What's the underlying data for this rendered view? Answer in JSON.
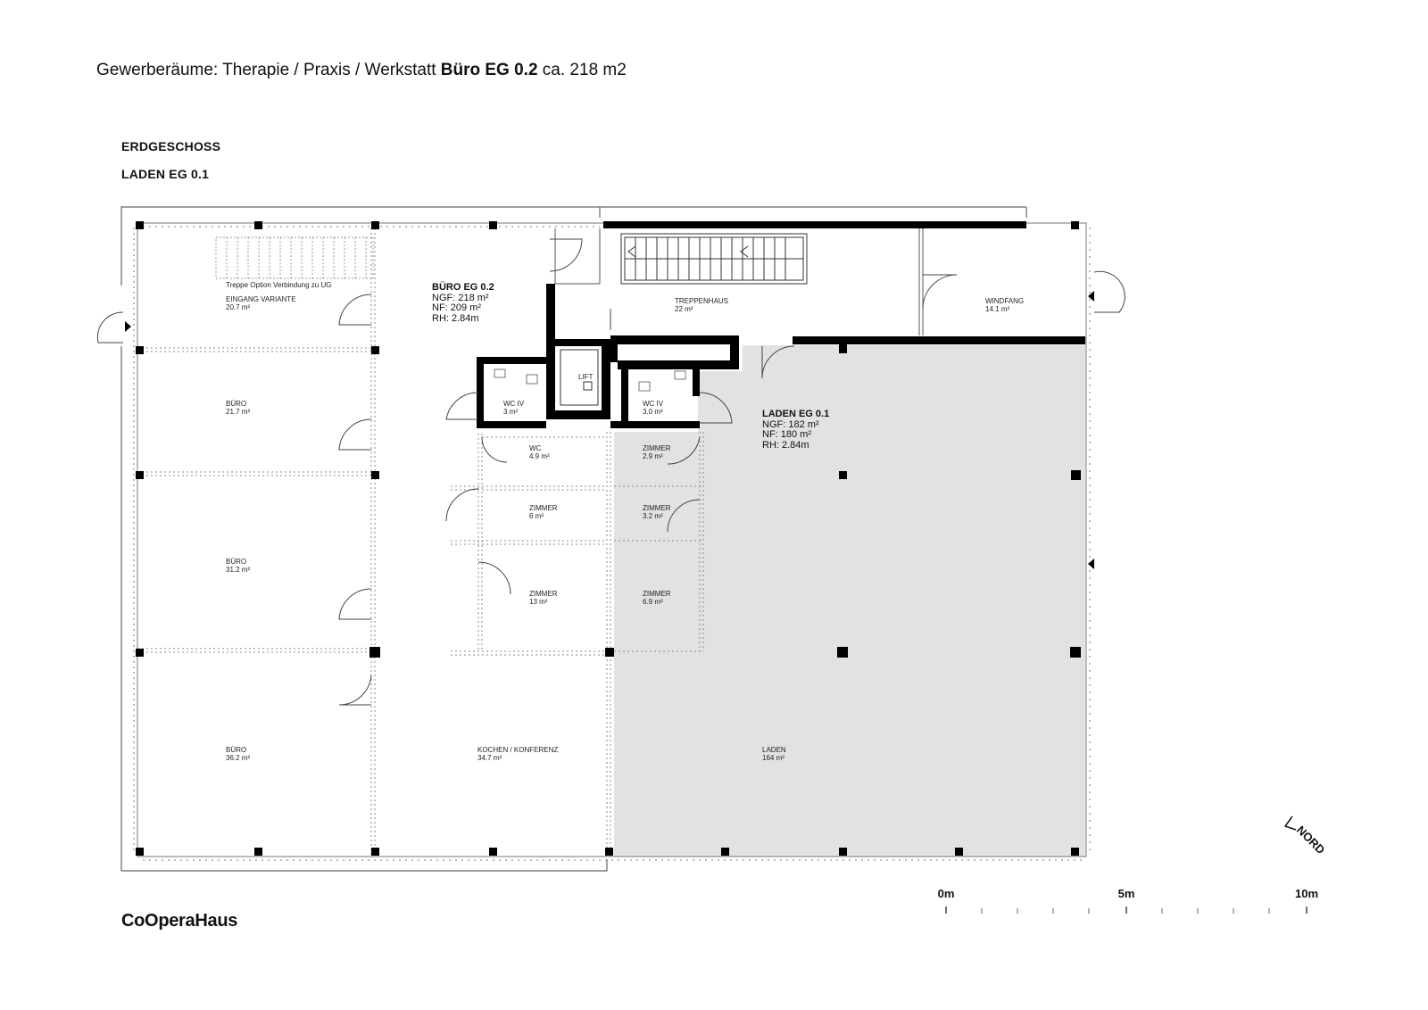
{
  "heading": {
    "prefix": "Gewerberäume: Therapie / Praxis / Werkstatt ",
    "bold": "Büro EG 0.2",
    "suffix": " ca. 218 m2"
  },
  "floor_title": "ERDGESCHOSS",
  "unit_title": "LADEN EG  0.1",
  "brand": "CoOperaHaus",
  "stair_note": "Treppe Option Verbindung zu UG",
  "rooms": {
    "eingang": {
      "name": "EINGANG VARIANTE",
      "area": "20.7 m²"
    },
    "buero1": {
      "name": "BÜRO",
      "area": "21.7 m²"
    },
    "buero2": {
      "name": "BÜRO",
      "area": "31.2 m²"
    },
    "buero3": {
      "name": "BÜRO",
      "area": "36.2 m²"
    },
    "treppenhaus": {
      "name": "TREPPENHAUS",
      "area": "22 m²"
    },
    "windfang": {
      "name": "WINDFANG",
      "area": "14.1 m²"
    },
    "lift": {
      "name": "LIFT"
    },
    "wc_iv_left": {
      "name": "WC IV",
      "area": "3 m²"
    },
    "wc_iv_right": {
      "name": "WC IV",
      "area": "3.0 m²"
    },
    "wc": {
      "name": "WC",
      "area": "4.9 m²"
    },
    "zimmer_6": {
      "name": "ZIMMER",
      "area": "6 m²"
    },
    "zimmer_13": {
      "name": "ZIMMER",
      "area": "13 m²"
    },
    "zimmer_29": {
      "name": "ZIMMER",
      "area": "2.9 m²"
    },
    "zimmer_32": {
      "name": "ZIMMER",
      "area": "3.2 m²"
    },
    "zimmer_69": {
      "name": "ZIMMER",
      "area": "6.9 m²"
    },
    "kochen": {
      "name": "KOCHEN / KONFERENZ",
      "area": "34.7 m²"
    },
    "laden": {
      "name": "LADEN",
      "area": "164 m²"
    }
  },
  "units": {
    "buero_eg": {
      "title": "BÜRO EG  0.2",
      "ngf": "NGF: 218 m²",
      "nf": "NF: 209 m²",
      "rh": "RH: 2.84m"
    },
    "laden_eg": {
      "title": "LADEN EG  0.1",
      "ngf": "NGF: 182 m²",
      "nf": "NF: 180 m²",
      "rh": "RH: 2.84m"
    }
  },
  "north_label": "NORD",
  "scale_bar": {
    "labels": [
      "0m",
      "5m",
      "10m"
    ]
  },
  "colors": {
    "laden_fill": "#e2e2e2",
    "wall": "#000000",
    "line": "#555555"
  }
}
